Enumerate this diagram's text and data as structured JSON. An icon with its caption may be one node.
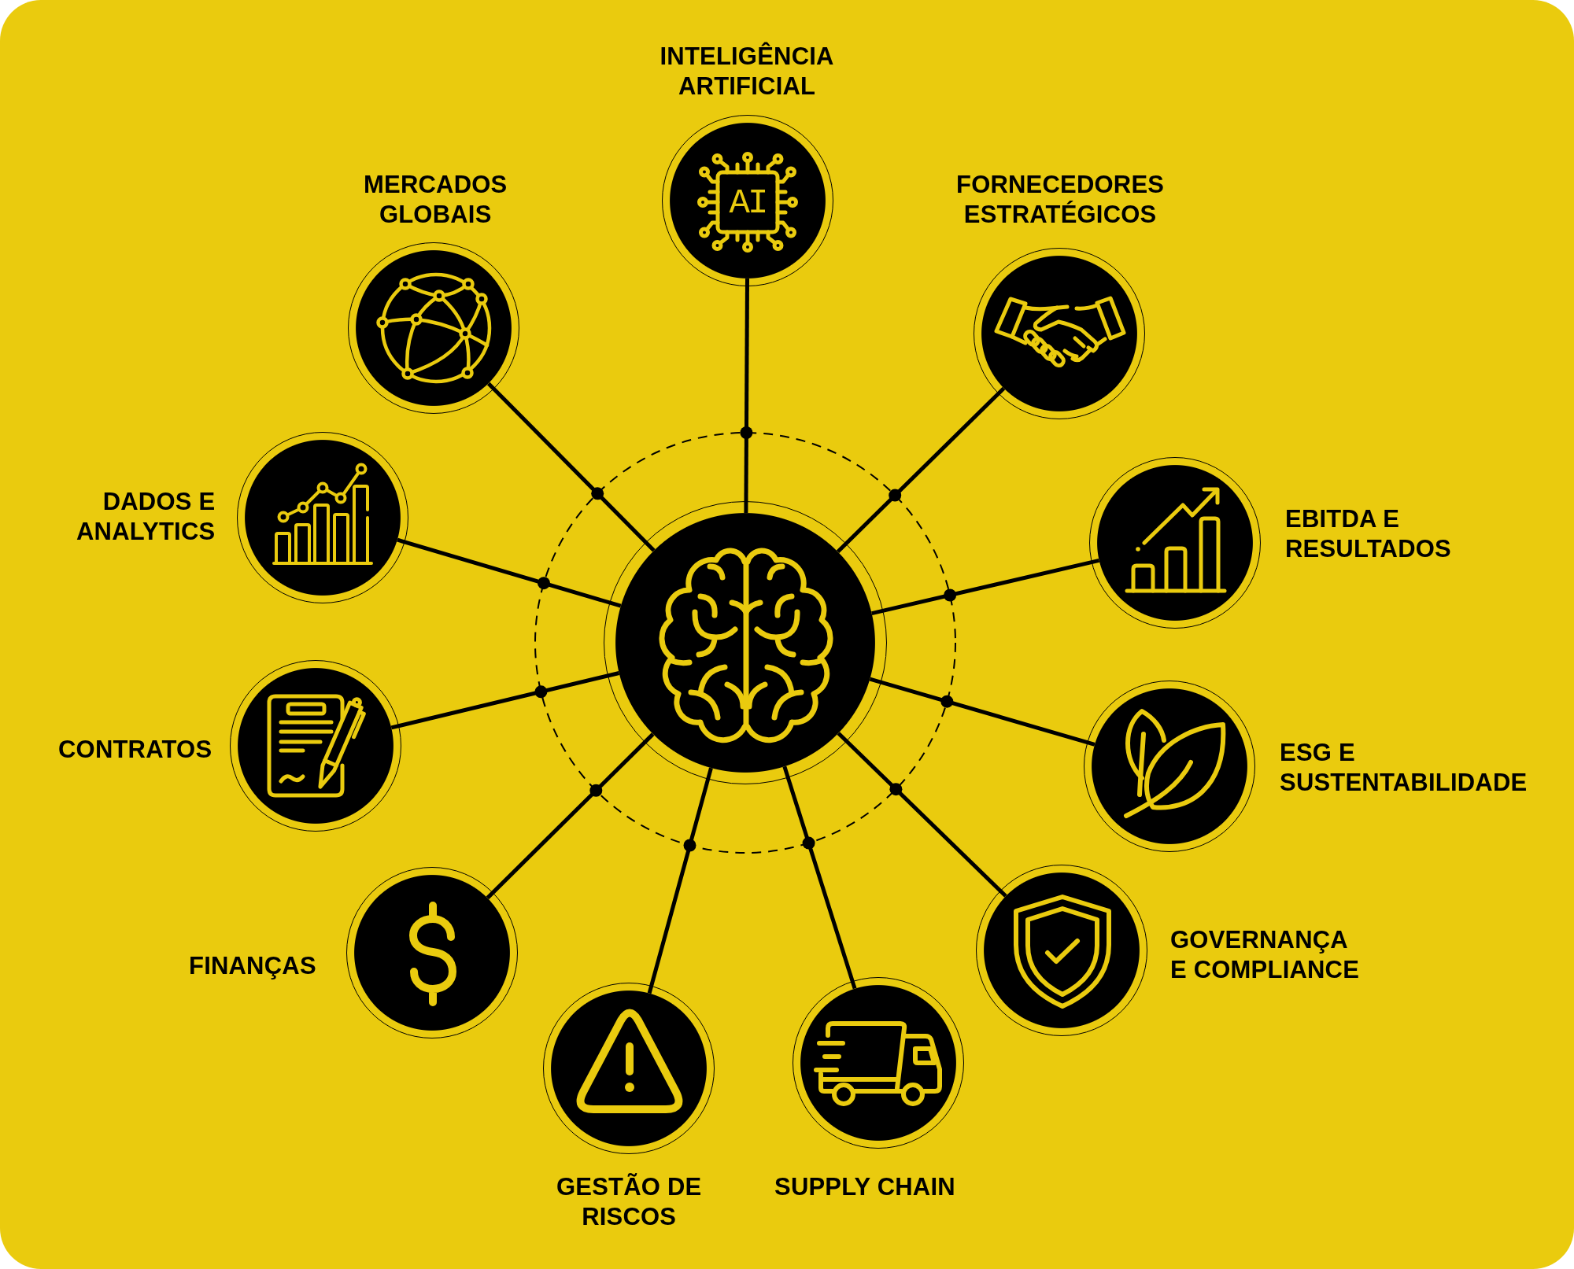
{
  "diagram": {
    "nodes": [
      {
        "text": [],
        "shape": "circle"
      },
      {
        "text": [
          "INTELIGÊNCIA ARTIFICIAL",
          "AI"
        ]
      },
      {
        "text": [
          "FORNECEDORES ESTRATÉGICOS"
        ]
      },
      {
        "text": [
          "EBITDA E RESULTADOS"
        ]
      },
      {
        "text": [
          "ESG E SUSTENTABILIDADE"
        ]
      },
      {
        "text": [
          "GOVERNANÇA E COMPLIANCE"
        ]
      },
      {
        "text": [
          "SUPPLY CHAIN"
        ]
      },
      {
        "text": [
          "GESTÃO DE RISCOS"
        ]
      },
      {
        "text": [
          "FINANÇAS"
        ]
      },
      {
        "text": [
          "CONTRATOS"
        ]
      },
      {
        "text": [
          "DADOS E ANALYTICS"
        ]
      },
      {
        "text": [
          "MERCADOS GLOBAIS"
        ]
      }
    ],
    "edges": [
      {
        "from": 0,
        "to": 1,
        "arrow": "none"
      },
      {
        "from": 0,
        "to": 2,
        "arrow": "none"
      },
      {
        "from": 0,
        "to": 3,
        "arrow": "none"
      },
      {
        "from": 0,
        "to": 4,
        "arrow": "none"
      },
      {
        "from": 0,
        "to": 5,
        "arrow": "none"
      },
      {
        "from": 0,
        "to": 6,
        "arrow": "none"
      },
      {
        "from": 0,
        "to": 7,
        "arrow": "none"
      },
      {
        "from": 0,
        "to": 8,
        "arrow": "none"
      },
      {
        "from": 0,
        "to": 9,
        "arrow": "none"
      },
      {
        "from": 0,
        "to": 10,
        "arrow": "none"
      },
      {
        "from": 0,
        "to": 11,
        "arrow": "none"
      }
    ]
  }
}
